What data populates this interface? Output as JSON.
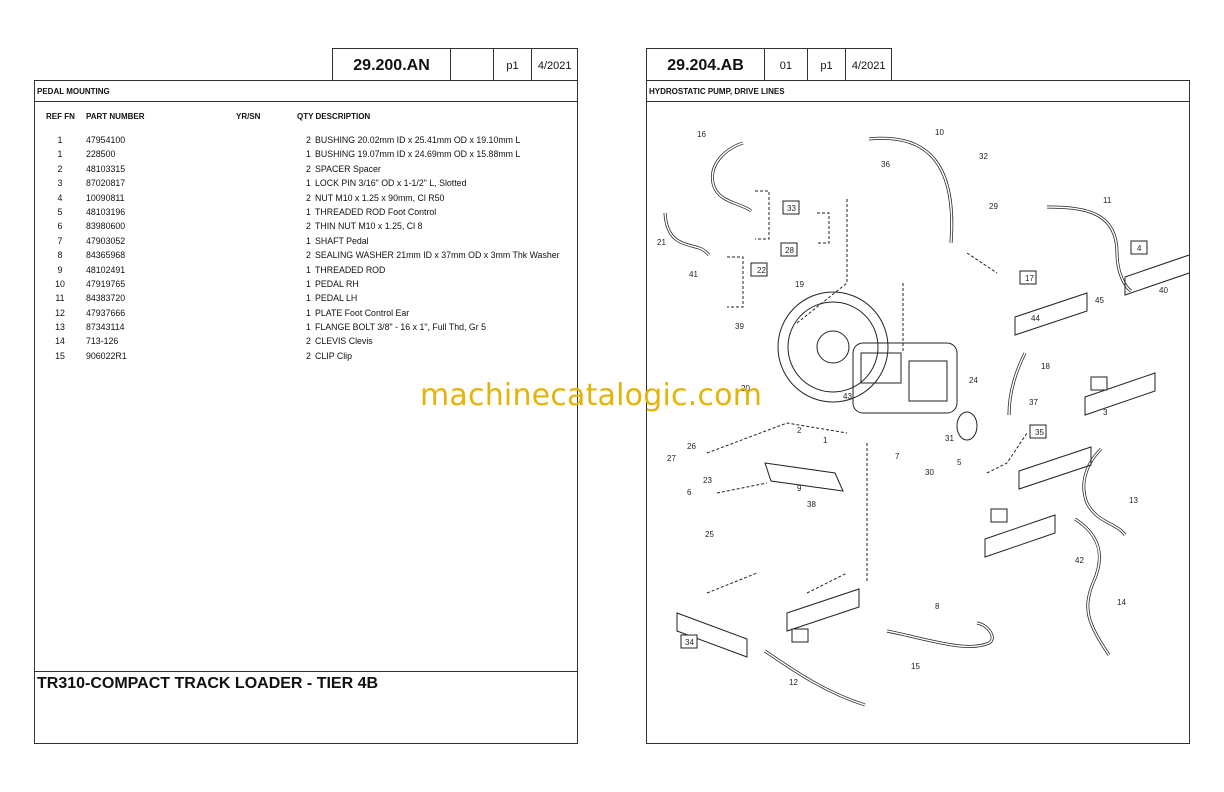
{
  "left": {
    "header": {
      "code": "29.200.AN",
      "blank": "",
      "page": "p1",
      "date": "4/2021"
    },
    "section_title": "PEDAL MOUNTING",
    "columns": {
      "ref_fn": "REF FN",
      "part_number": "PART NUMBER",
      "yr_sn": "YR/SN",
      "qty_description": "QTY DESCRIPTION"
    },
    "parts": [
      {
        "ref": "1",
        "part": "47954100",
        "qty": "2",
        "desc": "BUSHING 20.02mm ID x 25.41mm OD x 19.10mm L"
      },
      {
        "ref": "1",
        "part": "228500",
        "qty": "1",
        "desc": "BUSHING 19.07mm ID x 24.69mm OD x 15.88mm L"
      },
      {
        "ref": "2",
        "part": "48103315",
        "qty": "2",
        "desc": "SPACER  Spacer"
      },
      {
        "ref": "3",
        "part": "87020817",
        "qty": "1",
        "desc": "LOCK PIN 3/16\" OD x 1-1/2\" L, Slotted"
      },
      {
        "ref": "4",
        "part": "10090811",
        "qty": "2",
        "desc": "NUT M10 x 1.25 x 90mm, Cl R50"
      },
      {
        "ref": "5",
        "part": "48103196",
        "qty": "1",
        "desc": "THREADED ROD  Foot Control"
      },
      {
        "ref": "6",
        "part": "83980600",
        "qty": "2",
        "desc": "THIN NUT M10 x 1.25, Cl 8"
      },
      {
        "ref": "7",
        "part": "47903052",
        "qty": "1",
        "desc": "SHAFT  Pedal"
      },
      {
        "ref": "8",
        "part": "84365968",
        "qty": "2",
        "desc": "SEALING WASHER 21mm ID x 37mm OD x 3mm Thk Washer"
      },
      {
        "ref": "9",
        "part": "48102491",
        "qty": "1",
        "desc": "THREADED ROD"
      },
      {
        "ref": "10",
        "part": "47919765",
        "qty": "1",
        "desc": "PEDAL  RH"
      },
      {
        "ref": "11",
        "part": "84383720",
        "qty": "1",
        "desc": "PEDAL  LH"
      },
      {
        "ref": "12",
        "part": "47937666",
        "qty": "1",
        "desc": "PLATE  Foot Control Ear"
      },
      {
        "ref": "13",
        "part": "87343114",
        "qty": "1",
        "desc": "FLANGE BOLT 3/8\" - 16 x 1\", Full Thd, Gr 5"
      },
      {
        "ref": "14",
        "part": "713-126",
        "qty": "2",
        "desc": "CLEVIS  Clevis"
      },
      {
        "ref": "15",
        "part": "906022R1",
        "qty": "2",
        "desc": "CLIP  Clip"
      }
    ],
    "footer_title": "TR310-COMPACT TRACK LOADER - TIER 4B"
  },
  "right": {
    "header": {
      "code": "29.204.AB",
      "rev": "01",
      "page": "p1",
      "date": "4/2021"
    },
    "section_title": "HYDROSTATIC PUMP, DRIVE LINES",
    "callouts": [
      "1",
      "2",
      "3",
      "4",
      "5",
      "6",
      "7",
      "8",
      "9",
      "10",
      "11",
      "12",
      "13",
      "14",
      "15",
      "16",
      "17",
      "18",
      "19",
      "20",
      "21",
      "22",
      "23",
      "24",
      "25",
      "26",
      "27",
      "28",
      "29",
      "30",
      "31",
      "32",
      "33",
      "34",
      "35",
      "36",
      "37",
      "38",
      "39",
      "40",
      "41",
      "42",
      "43",
      "44",
      "45"
    ]
  },
  "watermark": "machinecatalogic.com",
  "colors": {
    "border": "#333333",
    "watermark": "#e5b40c"
  }
}
